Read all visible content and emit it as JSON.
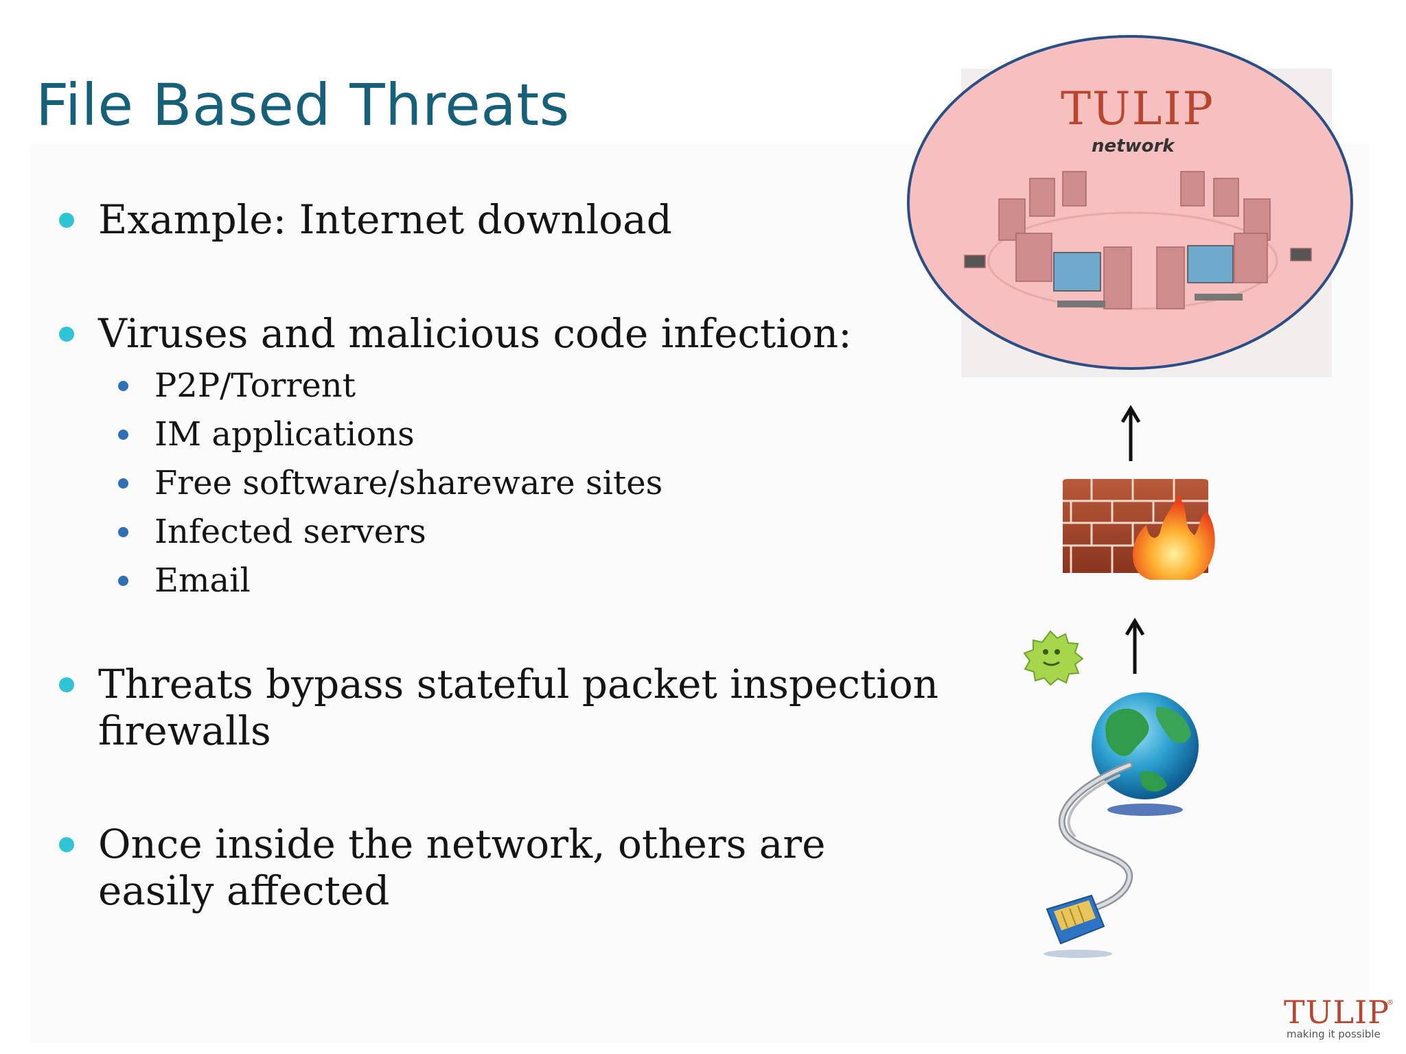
{
  "slide": {
    "title": "File Based Threats",
    "bullets": [
      {
        "text": "Example: Internet download"
      },
      {
        "text": "Viruses and malicious code infection:",
        "subitems": [
          "P2P/Torrent",
          "IM applications",
          "Free software/shareware sites",
          "Infected servers",
          "Email"
        ]
      },
      {
        "lines": [
          "Threats bypass stateful packet inspection",
          "firewalls"
        ]
      },
      {
        "lines": [
          "Once inside the network, others are",
          "easily affected"
        ]
      }
    ]
  },
  "diagram": {
    "network_label": {
      "brand": "TULIP",
      "registered": "®",
      "subtitle": "network"
    },
    "colors": {
      "ellipse_fill": "#f6c0c0",
      "ellipse_stroke": "#2a4f86",
      "arrow": "#111111",
      "brand": "#b8452e"
    }
  },
  "logo": {
    "brand": "TULIP",
    "registered": "®",
    "tagline": "making it possible"
  }
}
